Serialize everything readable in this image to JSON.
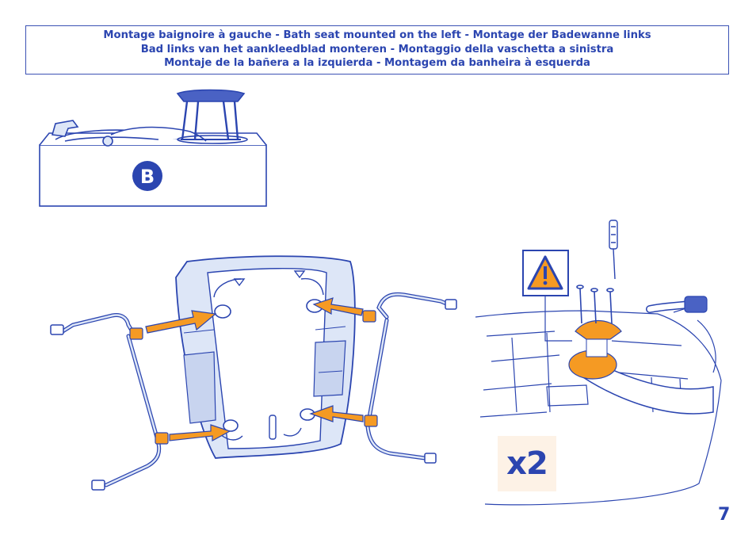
{
  "header": {
    "line1": "Montage baignoire à gauche - Bath seat mounted on the left - Montage der Badewanne links",
    "line2": "Bad links van het aankleedblad monteren - Montaggio della vaschetta a sinistra",
    "line3": "Montaje de la bañera a la izquierda - Montagem da banheira à esquerda"
  },
  "step_badge": "B",
  "quantity_label": "x2",
  "page_number": "7",
  "icons": {
    "warning": "warning-triangle-icon",
    "screwdriver": "screwdriver-icon"
  },
  "colors": {
    "primary_blue": "#2b45b0",
    "arrow_orange": "#f59a23",
    "line_blue": "#3b52b4",
    "light_blue": "#dde6f7"
  }
}
